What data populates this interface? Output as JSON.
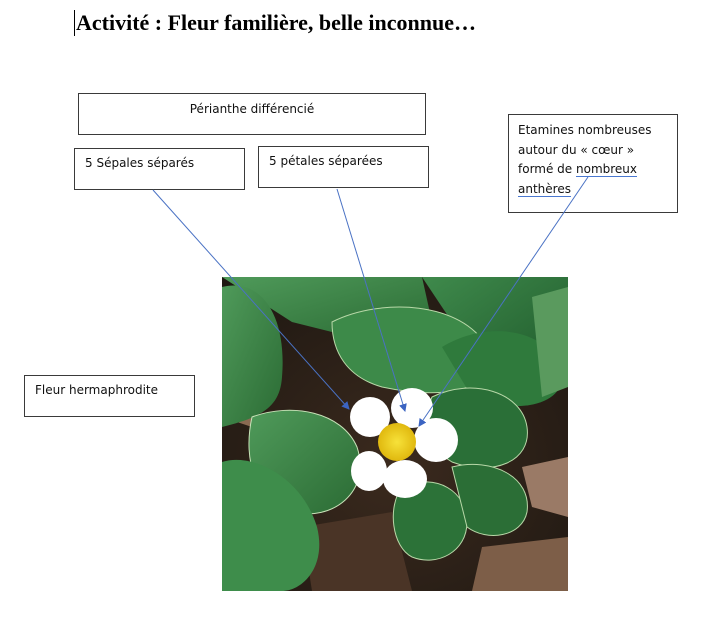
{
  "document": {
    "title": "Activité : Fleur familière, belle inconnue…"
  },
  "labels": {
    "perianthe": "Périanthe différencié",
    "sepales": "5 Sépales séparés",
    "petales": "5 pétales séparées",
    "etamines": {
      "line1": "Etamines nombreuses",
      "line2": "autour du « cœur »",
      "line3_prefix": "formé de ",
      "line3_underlined": "nombreux",
      "line4_underlined": "anthères"
    },
    "hermaphrodite": "Fleur hermaphrodite"
  },
  "image": {
    "subject": "strawberry-flower-photo"
  },
  "colors": {
    "arrow": "#4a72c4",
    "leaf": "#2f7a3a",
    "petal": "#ffffff",
    "center": "#f2d21b"
  }
}
